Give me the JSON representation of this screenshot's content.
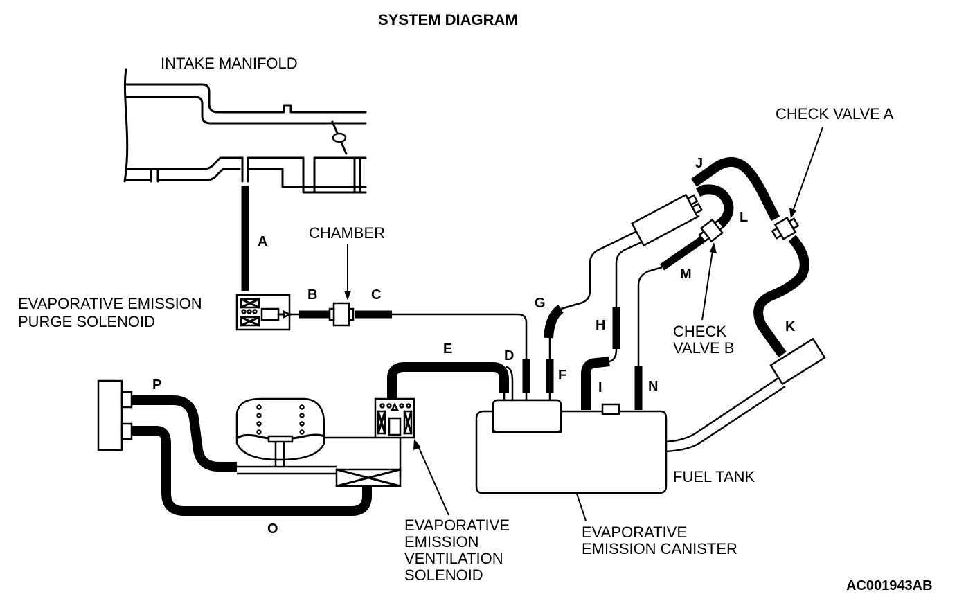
{
  "title": "SYSTEM DIAGRAM",
  "labels": {
    "intake_manifold": "INTAKE MANIFOLD",
    "chamber": "CHAMBER",
    "check_valve_a": "CHECK VALVE A",
    "check_valve_b_line1": "CHECK",
    "check_valve_b_line2": "VALVE B",
    "purge_solenoid_line1": "EVAPORATIVE EMISSION",
    "purge_solenoid_line2": "PURGE SOLENOID",
    "vent_solenoid_line1": "EVAPORATIVE",
    "vent_solenoid_line2": "EMISSION",
    "vent_solenoid_line3": "VENTILATION",
    "vent_solenoid_line4": "SOLENOID",
    "canister_line1": "EVAPORATIVE",
    "canister_line2": "EMISSION CANISTER",
    "fuel_tank": "FUEL TANK"
  },
  "hose_letters": {
    "a": "A",
    "b": "B",
    "c": "C",
    "d": "D",
    "e": "E",
    "f": "F",
    "g": "G",
    "h": "H",
    "i": "I",
    "j": "J",
    "k": "K",
    "l": "L",
    "m": "M",
    "n": "N",
    "o": "O",
    "p": "P"
  },
  "figure_code": "AC001943AB"
}
